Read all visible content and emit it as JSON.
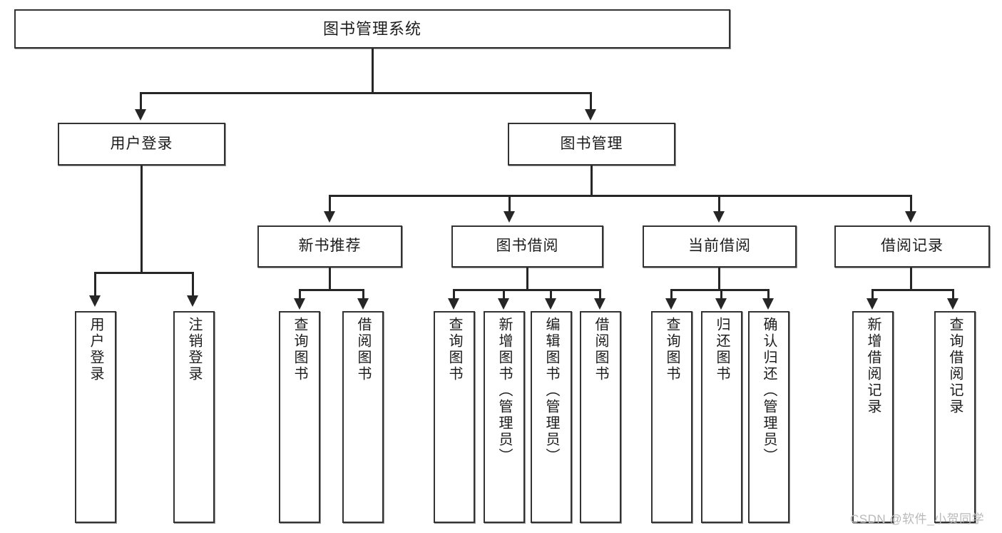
{
  "diagram": {
    "title": "图书管理系统",
    "type": "tree-hierarchy",
    "watermark": "CSDN @软件_小贺同学",
    "colors": {
      "box_border": "#333333",
      "connector": "#262626",
      "background": "#ffffff",
      "text": "#1c1c1c",
      "watermark": "#b9b9b9"
    },
    "nodes": {
      "root": {
        "label": "图书管理系统"
      },
      "level1": [
        {
          "label": "用户登录"
        },
        {
          "label": "图书管理"
        }
      ],
      "level2": [
        {
          "label": "新书推荐"
        },
        {
          "label": "图书借阅"
        },
        {
          "label": "当前借阅"
        },
        {
          "label": "借阅记录"
        }
      ],
      "leaves": {
        "user_login": [
          {
            "label": "用户登录"
          },
          {
            "label": "注销登录"
          }
        ],
        "new_book_recommend": [
          {
            "label": "查询图书"
          },
          {
            "label": "借阅图书"
          }
        ],
        "book_borrow": [
          {
            "label": "查询图书"
          },
          {
            "label": "新增图书（管理员）"
          },
          {
            "label": "编辑图书（管理员）"
          },
          {
            "label": "借阅图书"
          }
        ],
        "current_borrow": [
          {
            "label": "查询图书"
          },
          {
            "label": "归还图书"
          },
          {
            "label": "确认归还（管理员）"
          }
        ],
        "borrow_record": [
          {
            "label": "新增借阅记录"
          },
          {
            "label": "查询借阅记录"
          }
        ]
      }
    }
  }
}
